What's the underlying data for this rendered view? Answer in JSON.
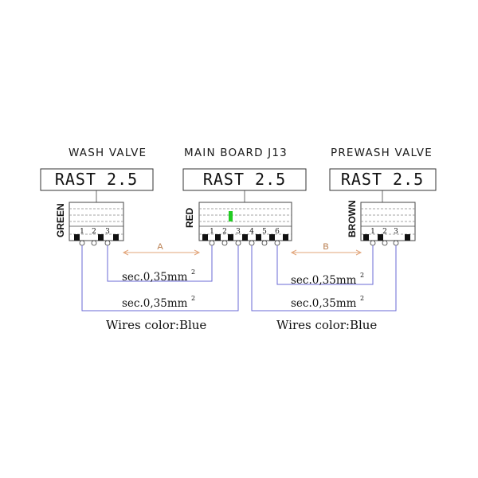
{
  "connectors": {
    "wash": {
      "title": "WASH VALVE",
      "type": "RAST 2.5",
      "color": "GREEN",
      "pins": [
        "1",
        "2",
        "3"
      ]
    },
    "main": {
      "title": "MAIN BOARD J13",
      "type": "RAST 2.5",
      "color": "RED",
      "pins": [
        "1",
        "2",
        "3",
        "4",
        "5",
        "6"
      ]
    },
    "prewash": {
      "title": "PREWASH VALVE",
      "type": "RAST 2.5",
      "color": "BROWN",
      "pins": [
        "1",
        "2",
        "3"
      ]
    }
  },
  "dimensions": {
    "a": "A",
    "b": "B"
  },
  "wires": {
    "left_top_section": "sec.0,35mm",
    "left_bottom_section": "sec.0,35mm",
    "right_top_section": "sec.0,35mm",
    "right_bottom_section": "sec.0,35mm",
    "superscript": "2",
    "left_color": "Wires color:Blue",
    "right_color": "Wires color:Blue"
  },
  "colors": {
    "wire": "#6a6ad6",
    "dimension": "#e2a57a",
    "key_marker": "#22cc22"
  }
}
